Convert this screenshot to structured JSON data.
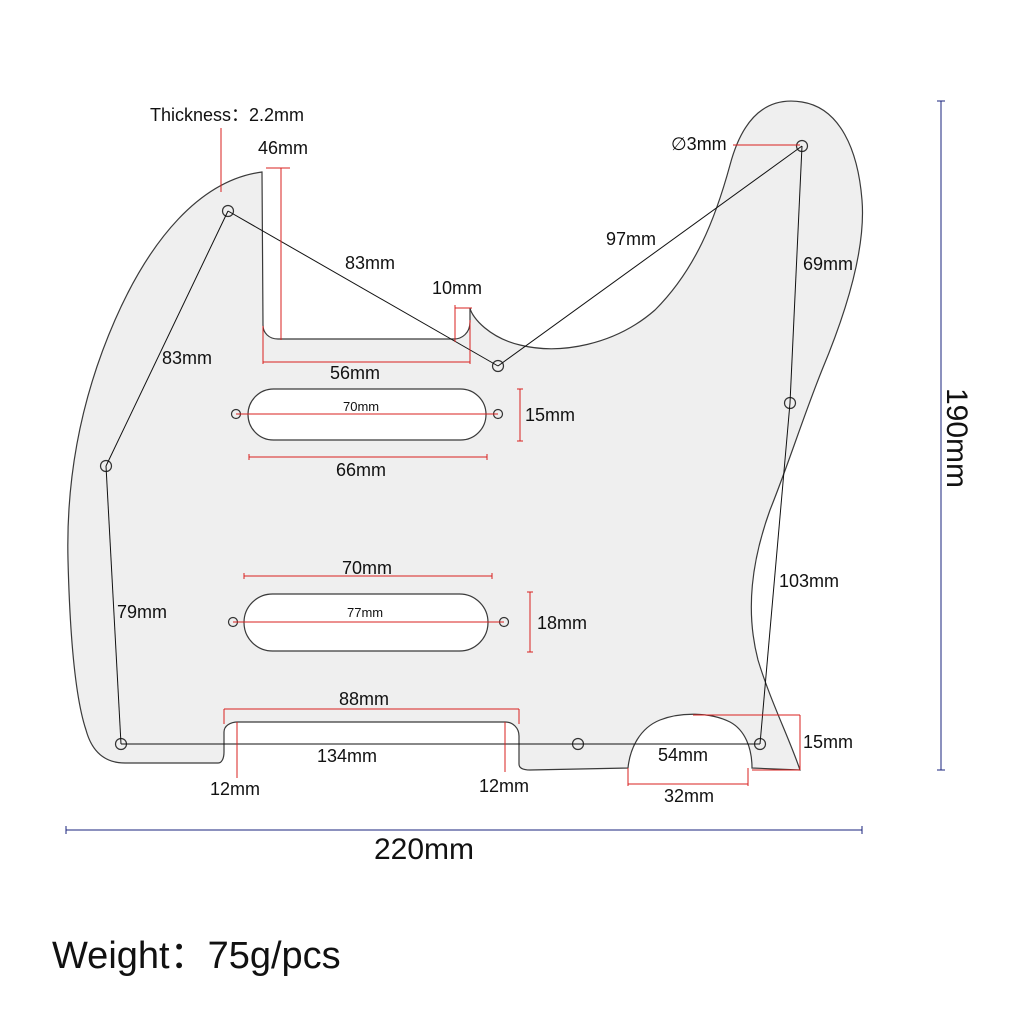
{
  "diagram": {
    "thickness_label": "Thickness：2.2mm",
    "hole_diameter_label": "∅3mm",
    "weight_label": "Weight：75g/pcs",
    "overall": {
      "width": "220mm",
      "height": "190mm"
    },
    "dims": {
      "neck_depth": "46mm",
      "neck_width": "56mm",
      "neck_step": "10mm",
      "pickup1_width": "66mm",
      "pickup1_holes": "70mm",
      "pickup1_height": "15mm",
      "pickup2_width": "70mm",
      "pickup2_holes": "77mm",
      "pickup2_height": "18mm",
      "bottom_slot": "88mm",
      "bottom_holes": "134mm",
      "slot_left_radius": "12mm",
      "slot_right_radius": "12mm",
      "cutout_width": "54mm",
      "cutout_bottom": "32mm",
      "cutout_height": "15mm",
      "hole_a_b": "83mm",
      "hole_b_c": "83mm",
      "hole_d_e": "97mm",
      "hole_e_f": "69mm",
      "hole_f_g": "103mm",
      "hole_c_h": "79mm"
    }
  }
}
